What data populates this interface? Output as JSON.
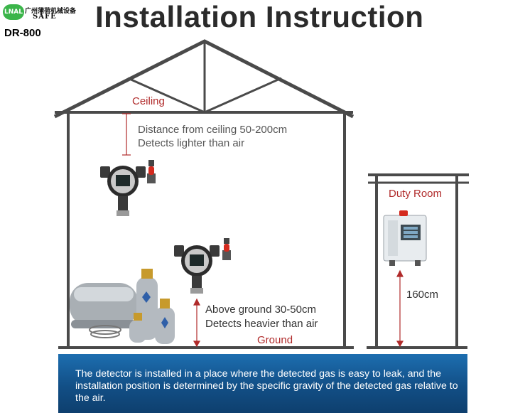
{
  "logo": {
    "mark": "LNAL",
    "company_cn": "广州蒲荷机械设备",
    "safe": "SAFE"
  },
  "model": "DR-800",
  "title": "Installation Instruction",
  "house": {
    "ceiling_label": "Ceiling",
    "ceiling_note": [
      "Distance from ceiling 50-200cm",
      "Detects lighter than air"
    ],
    "ground_note": [
      "Above ground 30-50cm",
      "Detects heavier than air"
    ],
    "ground_label": "Ground"
  },
  "duty_room": {
    "label": "Duty Room",
    "height": "160cm"
  },
  "footer": "The detector is installed in a place where the detected gas is easy to leak, and the installation position is determined by the specific gravity of the detected gas relative to the air.",
  "colors": {
    "annotation_red": "#b02a2a",
    "footer_blue": "#124f86",
    "house_line": "#4a4a4a"
  }
}
